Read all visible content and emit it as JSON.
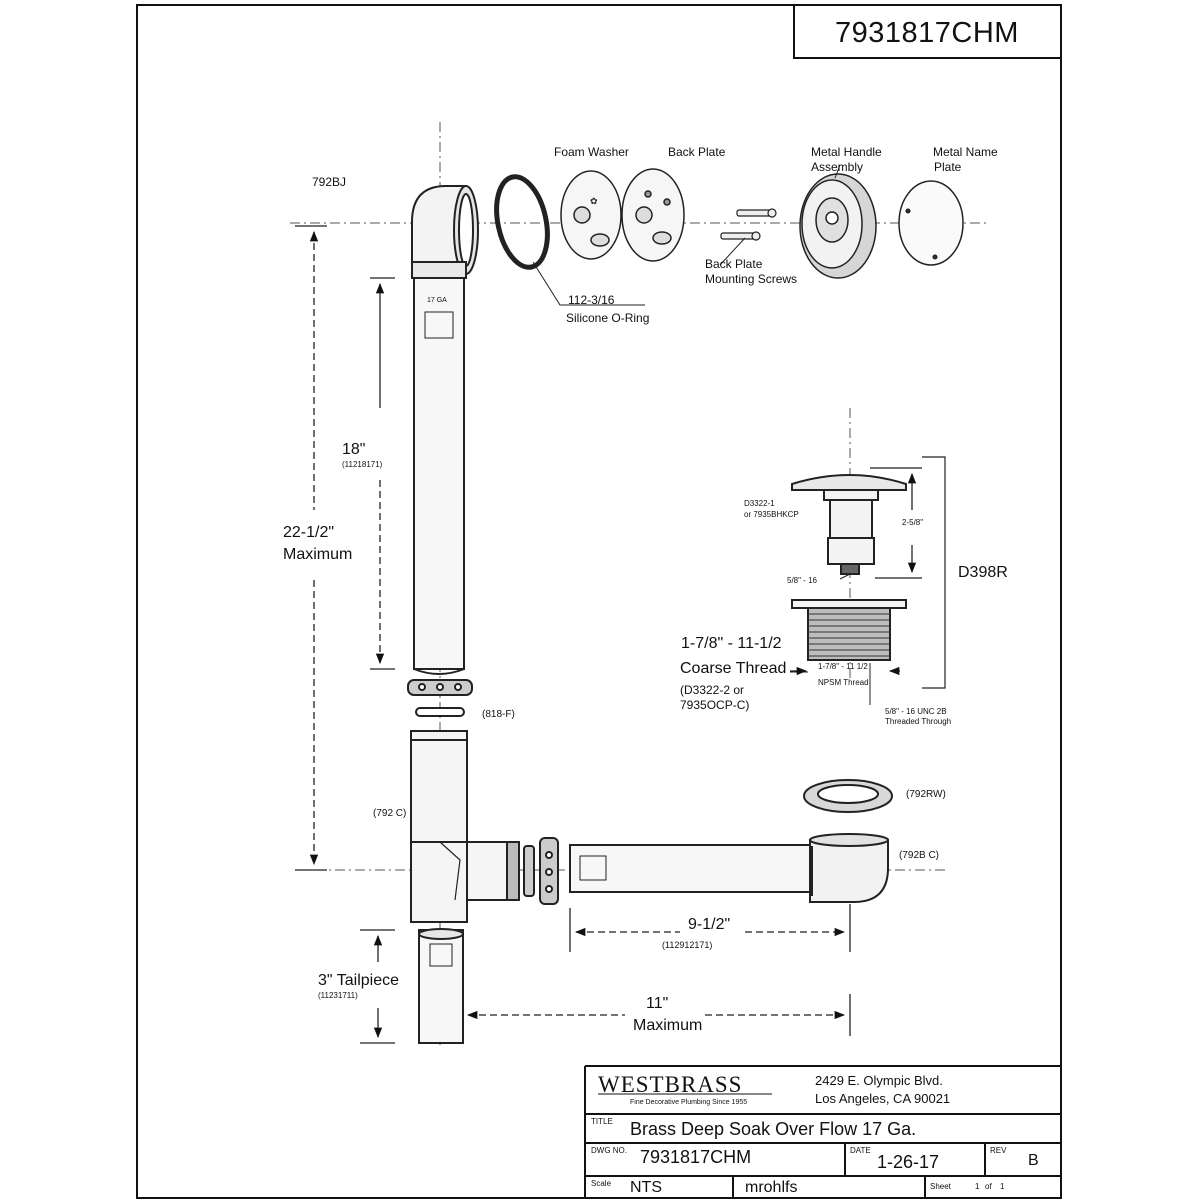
{
  "drawing_number": "7931817CHM",
  "parts": {
    "elbow": "792BJ",
    "foam_washer": "Foam Washer",
    "back_plate": "Back Plate",
    "handle_line1": "Metal Handle",
    "handle_line2": "Assembly",
    "name_plate_line1": "Metal Name",
    "name_plate_line2": "Plate",
    "screws_line1": "Back Plate",
    "screws_line2": "Mounting Screws",
    "oring_size": "112-3/16",
    "oring_name": "Silicone O-Ring",
    "pipe_mark": "17 GA",
    "nut_washer": "(818-F)",
    "tee": "(792 C)",
    "rubber_washer": "(792RW)",
    "shoe": "(792B C)",
    "drain_series": "D398R",
    "stopper_line1": "D3322-1",
    "stopper_line2": "or 7935BHKCP",
    "stopper_height": "2-5/8\"",
    "stud": "5/8\" - 16",
    "thread_line1": "1-7/8\" - 11-1/2",
    "thread_line2": "Coarse Thread",
    "thread_line3": "(D3322-2 or",
    "thread_line4": "7935OCP-C)",
    "npsm_line1": "1-7/8\" - 11 1/2",
    "npsm_line2": "NPSM Thread",
    "through_line1": "5/8\" - 16 UNC 2B",
    "through_line2": "Threaded Through"
  },
  "dims": {
    "tube_len": "18\"",
    "tube_part": "(11218171)",
    "overall_len1": "22-1/2\"",
    "overall_len2": "Maximum",
    "tailpiece": "3\" Tailpiece",
    "tailpiece_part": "(11231711)",
    "horiz_len": "9-1/2\"",
    "horiz_part": "(112912171)",
    "width_len": "11\"",
    "width_label": "Maximum"
  },
  "title_block": {
    "company": "WESTBRASS",
    "tagline": "Fine Decorative Plumbing Since 1955",
    "address1": "2429 E. Olympic Blvd.",
    "address2": "Los Angeles, CA 90021",
    "title_label": "TITLE",
    "title": "Brass Deep Soak Over Flow 17 Ga.",
    "dwg_label": "DWG NO.",
    "dwg_no": "7931817CHM",
    "date_label": "DATE",
    "date": "1-26-17",
    "rev_label": "REV",
    "rev": "B",
    "scale_label": "Scale",
    "scale": "NTS",
    "drawn_by": "mrohlfs",
    "sheet_label": "Sheet",
    "sheet_num": "1",
    "sheet_of": "of",
    "sheet_total": "1"
  }
}
